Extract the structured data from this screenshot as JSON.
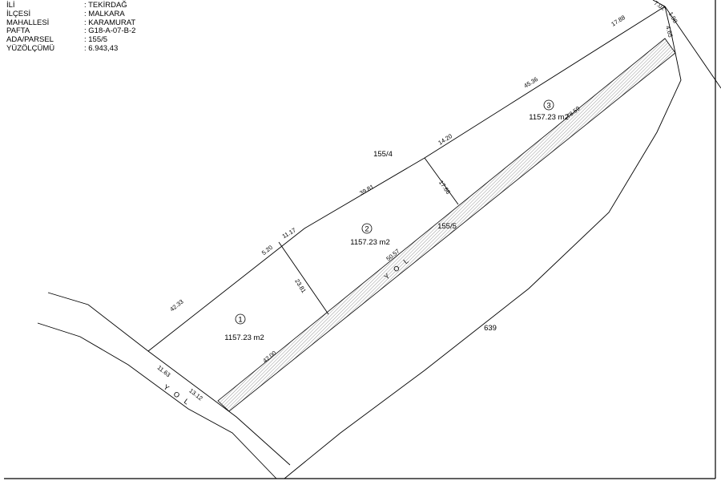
{
  "info": [
    {
      "key": "İLİ",
      "value": ": TEKİRDAĞ"
    },
    {
      "key": "İLÇESİ",
      "value": ": MALKARA"
    },
    {
      "key": "MAHALLESİ",
      "value": ": KARAMURAT"
    },
    {
      "key": "PAFTA",
      "value": ": G18-A-07-B-2"
    },
    {
      "key": "ADA/PARSEL",
      "value": ": 155/5"
    },
    {
      "key": "YÜZÖLÇÜMÜ",
      "value": ": 6.943,43"
    }
  ],
  "parcels": {
    "p1": {
      "number": "1",
      "area": "1157.23 m2"
    },
    "p2": {
      "number": "2",
      "area": "1157.23 m2"
    },
    "p3": {
      "number": "3",
      "area": "1157.23 m2"
    }
  },
  "labels": {
    "neighbor_north": "155/4",
    "this_parcel": "155/5",
    "neighbor_south": "639",
    "road_main": "YOL",
    "road_inner": "YOL"
  },
  "dims": {
    "d_4233": "42.33",
    "d_520": "5.20",
    "d_1117": "11.17",
    "d_3981": "39.81",
    "d_1420": "14.20",
    "d_4536": "45.36",
    "d_1788": "17.88",
    "d_702": "7.02",
    "d_198": "1.98",
    "d_465": "4.65",
    "d_7859": "78.59",
    "d_1766": "17.66",
    "d_2381": "23.81",
    "d_5057": "50.57",
    "d_4200": "42.00",
    "d_1163": "11.63",
    "d_1312": "13.12"
  },
  "colors": {
    "line": "#000000",
    "hatch": "#9a9a9a"
  }
}
